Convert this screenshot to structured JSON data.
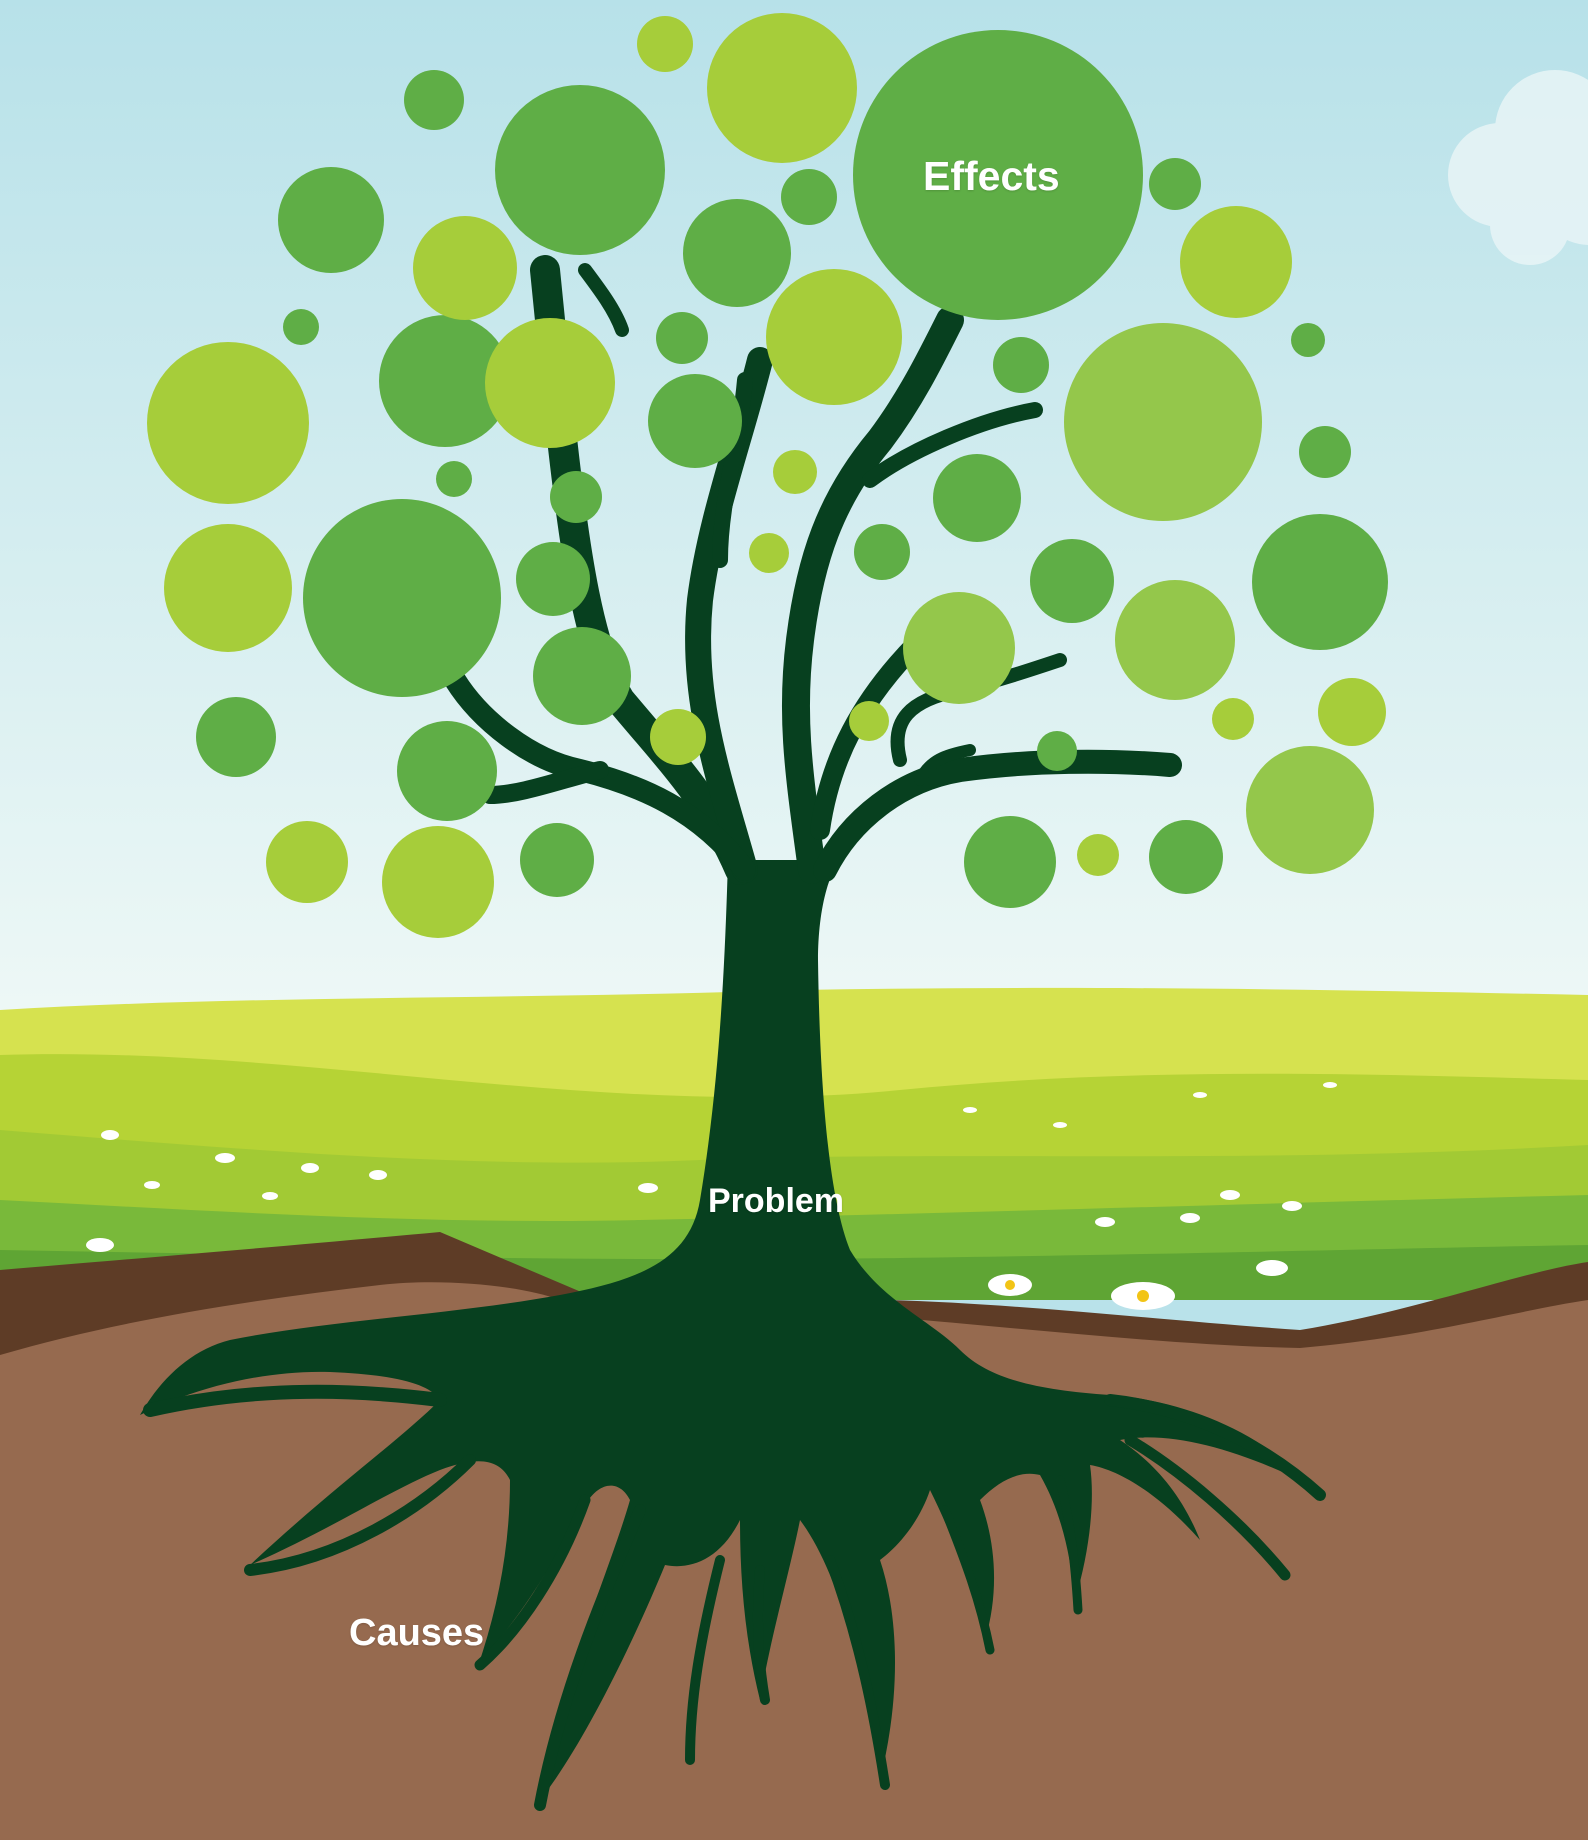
{
  "labels": {
    "effects": "Effects",
    "problem": "Problem",
    "causes": "Causes"
  },
  "colors": {
    "sky_top": "#b9e2ea",
    "sky_bottom": "#eaf6f6",
    "hill_light": "#d3e04e",
    "hill_mid": "#b5d334",
    "grass": "#7fbd3c",
    "grass_dark": "#5fa834",
    "soil_edge": "#5e3c26",
    "soil": "#966a4f",
    "trunk": "#07401f",
    "leaf_dark": "#5fae46",
    "leaf_light": "#a6cd3a",
    "leaf_mid": "#8fc24a",
    "text": "#ffffff"
  }
}
